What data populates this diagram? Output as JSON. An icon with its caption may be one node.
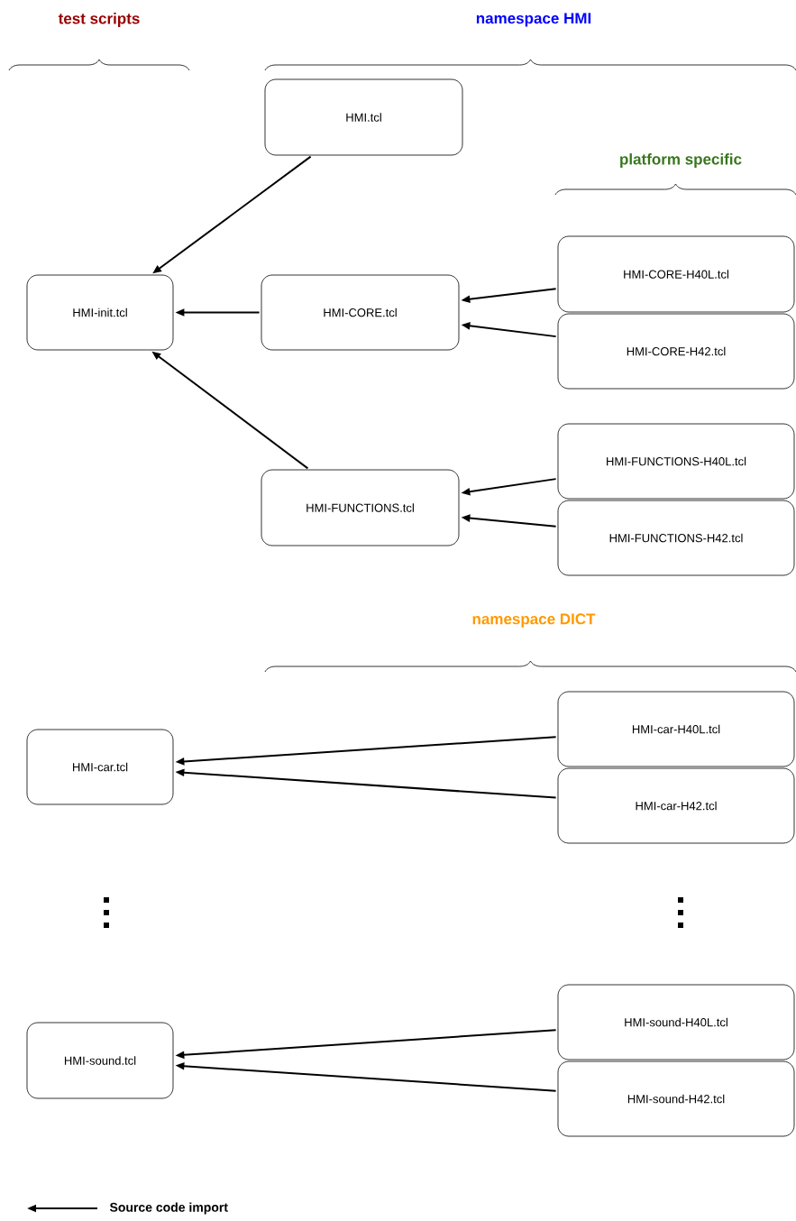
{
  "diagram": {
    "nodes": [
      {
        "text": [
          "HMI.tcl"
        ]
      },
      {
        "text": [
          "HMI-init.tcl"
        ]
      },
      {
        "text": [
          "HMI-CORE.tcl"
        ]
      },
      {
        "text": [
          "HMI-CORE-H40L.tcl"
        ]
      },
      {
        "text": [
          "HMI-CORE-H42.tcl"
        ]
      },
      {
        "text": [
          "HMI-FUNCTIONS.tcl"
        ]
      },
      {
        "text": [
          "HMI-FUNCTIONS-H40L.tcl"
        ]
      },
      {
        "text": [
          "HMI-FUNCTIONS-H42.tcl"
        ]
      },
      {
        "text": [
          "HMI-car.tcl"
        ]
      },
      {
        "text": [
          "HMI-car-H40L.tcl"
        ]
      },
      {
        "text": [
          "HMI-car-H42.tcl"
        ]
      },
      {
        "text": [
          "HMI-sound.tcl"
        ]
      },
      {
        "text": [
          "HMI-sound-H40L.tcl"
        ]
      },
      {
        "text": [
          "HMI-sound-H42.tcl"
        ]
      }
    ],
    "edges": [
      {
        "from": 0,
        "to": 1,
        "arrow": "to"
      },
      {
        "from": 2,
        "to": 1,
        "arrow": "to"
      },
      {
        "from": 5,
        "to": 1,
        "arrow": "to"
      },
      {
        "from": 3,
        "to": 2,
        "arrow": "to"
      },
      {
        "from": 4,
        "to": 2,
        "arrow": "to"
      },
      {
        "from": 6,
        "to": 5,
        "arrow": "to"
      },
      {
        "from": 7,
        "to": 5,
        "arrow": "to"
      },
      {
        "from": 9,
        "to": 8,
        "arrow": "to"
      },
      {
        "from": 10,
        "to": 8,
        "arrow": "to"
      },
      {
        "from": 12,
        "to": 11,
        "arrow": "to"
      },
      {
        "from": 13,
        "to": 11,
        "arrow": "to"
      }
    ],
    "labels": [
      "test scripts",
      "namespace HMI",
      "platform specific",
      "namespace DICT"
    ],
    "legend": [
      {
        "text": "Source code import"
      }
    ]
  }
}
